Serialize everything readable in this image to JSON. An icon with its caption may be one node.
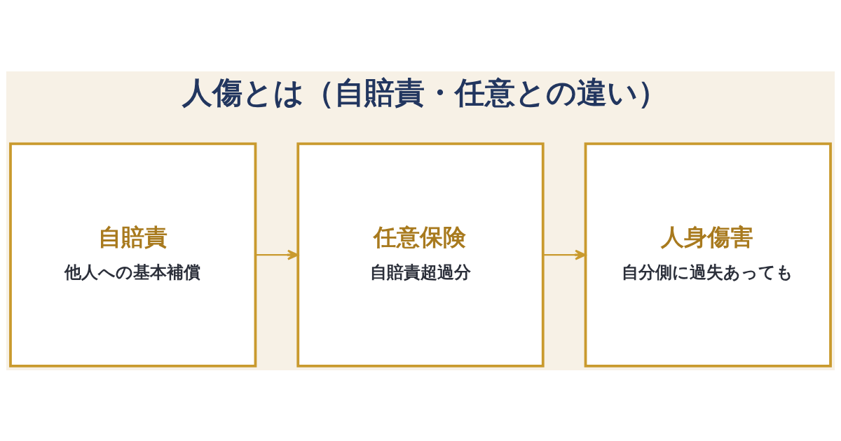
{
  "diagram": {
    "title": "人傷とは（自賠責・任意との違い）",
    "nodes": [
      {
        "text": [
          "自賠責",
          "他人への基本補償"
        ]
      },
      {
        "text": [
          "任意保険",
          "自賠責超過分"
        ]
      },
      {
        "text": [
          "人身傷害",
          "自分側に過失あっても"
        ]
      }
    ],
    "edges": [
      {
        "from": 0,
        "to": 1,
        "arrow": "to"
      },
      {
        "from": 1,
        "to": 2,
        "arrow": "to"
      }
    ]
  }
}
